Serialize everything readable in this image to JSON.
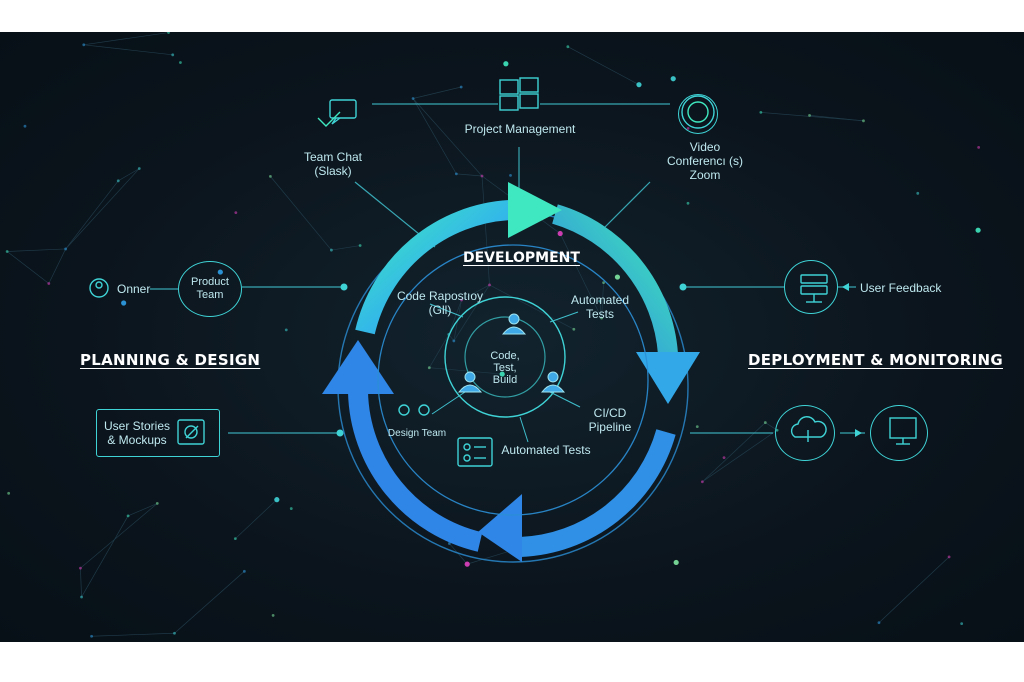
{
  "sections": {
    "planning": "PLANNING & DESIGN",
    "development": "DEVELOPMENT",
    "deployment": "DEPLOYMENT & MONITORING"
  },
  "top": {
    "team_chat": [
      "Team Chat",
      "(Slask)"
    ],
    "project_management": "Project Management",
    "video": [
      "Video",
      "Conferencı (s)",
      "Zoom"
    ]
  },
  "left": {
    "owner": "Onner",
    "product_team": [
      "Product",
      "Team"
    ],
    "user_stories": [
      "User Stories",
      "& Mockups"
    ]
  },
  "right": {
    "user_feedback": "User Feedback"
  },
  "center": {
    "core": [
      "Code,",
      "Test,",
      "Build"
    ],
    "code_repo": [
      "Code Rapostıoy",
      "(Gll)"
    ],
    "automated_tests_top": [
      "Automated",
      "Tests"
    ],
    "cicd": [
      "CI/CD",
      "Pipeline"
    ],
    "design_team": "Design Team",
    "automated_tests_bottom": "Automated Tests"
  },
  "colors": {
    "background": "#0b141c",
    "accent_cyan": "#3fd3d6",
    "accent_teal": "#3fe8b8",
    "accent_blue": "#2f7fe6"
  }
}
